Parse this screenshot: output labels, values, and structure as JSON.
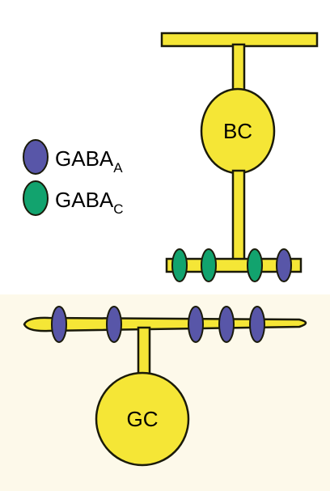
{
  "cells": {
    "bipolar_label": "BC",
    "ganglion_label": "GC"
  },
  "legend": {
    "gaba_a": {
      "base": "GABA",
      "sub": "A"
    },
    "gaba_c": {
      "base": "GABA",
      "sub": "C"
    }
  },
  "colors": {
    "cell_fill": "#f5e636",
    "cell_stroke": "#1a1a0a",
    "gaba_a_receptor": "#5856a8",
    "gaba_c_receptor": "#12a36e",
    "lower_panel_tint": "#fdf9ea"
  },
  "receptors": {
    "bipolar_terminal": [
      "gaba_c",
      "gaba_c",
      "gaba_c",
      "gaba_a"
    ],
    "ganglion_dendrite": [
      "gaba_a",
      "gaba_a",
      "gaba_a",
      "gaba_a",
      "gaba_a"
    ]
  }
}
